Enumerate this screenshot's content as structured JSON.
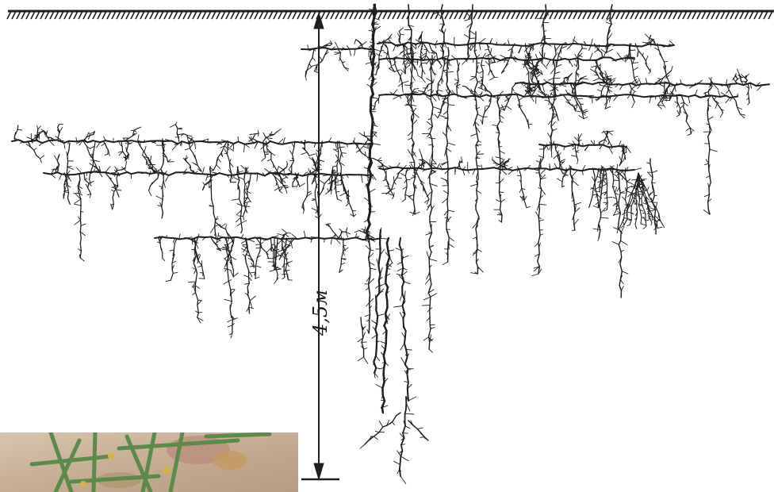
{
  "diagram": {
    "depth_label": "4,5м",
    "colors": {
      "ink": "#1f1f1f",
      "background": "#ffffff",
      "sand": "#c9b49a",
      "stem": "#5c8a4a"
    },
    "icons": [
      "soil-surface-hatching",
      "dimension-arrow",
      "root-system",
      "plant-photo"
    ]
  }
}
